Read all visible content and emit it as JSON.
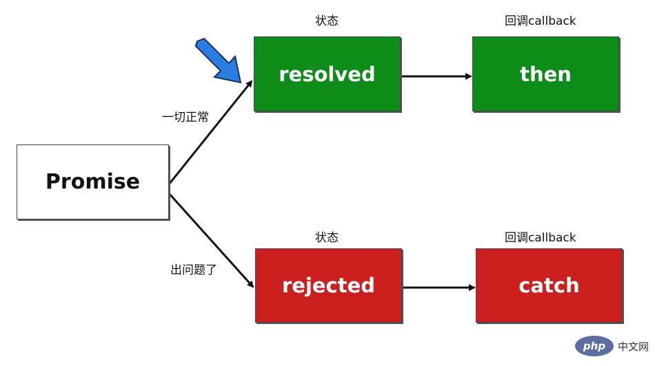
{
  "nodes": {
    "promise": "Promise",
    "resolved": "resolved",
    "then": "then",
    "rejected": "rejected",
    "catch": "catch"
  },
  "labels": {
    "state_top": "状态",
    "callback_top": "回调callback",
    "state_bottom": "状态",
    "callback_bottom": "回调callback",
    "edge_ok": "一切正常",
    "edge_error": "出问题了"
  },
  "colors": {
    "success": "#0d8c1a",
    "failure": "#c9201f",
    "pointer": "#2a7de1"
  },
  "watermark": {
    "logo": "php",
    "text": "中文网"
  }
}
